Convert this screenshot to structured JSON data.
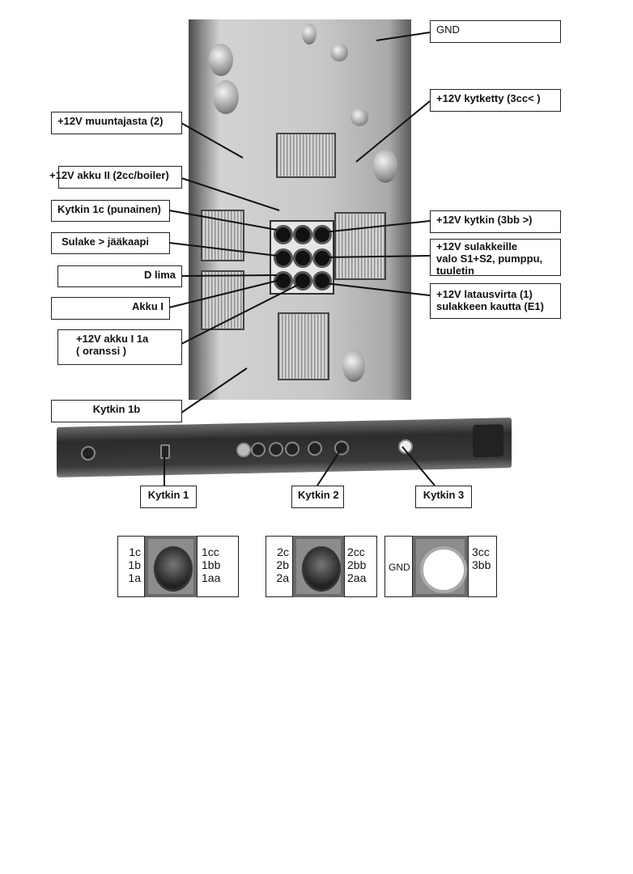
{
  "labels_left": {
    "muuntajasta": "+12V muuntajasta (2)",
    "akku2": "+12V akku II (2cc/boiler)",
    "kytkin1c": "Kytkin 1c (punainen)",
    "sulake": "Sulake > jääkaapi",
    "dlima": "D lima",
    "akku1": "Akku I",
    "akku1_1a_line1": "+12V akku I 1a",
    "akku1_1a_line2": "( oranssi )",
    "kytkin1b": "Kytkin 1b"
  },
  "labels_right": {
    "gnd": "GND",
    "kytketty": "+12V  kytketty (3cc<  )",
    "kytkin3bb": "+12V  kytkin (3bb >)",
    "sulakkeille_line1": "+12V sulakkeille",
    "sulakkeille_line2": "valo S1+S2, pumppu,",
    "sulakkeille_line3": "tuuletin",
    "latausvirta_line1": "+12V latausvirta (1)",
    "latausvirta_line2": "sulakkeen kautta (E1)"
  },
  "panel_labels": [
    "Kytkin 1",
    "Kytkin 2",
    "Kytkin 3"
  ],
  "switches": [
    {
      "left": [
        "1c",
        "1b",
        "1a"
      ],
      "right": [
        "1cc",
        "1bb",
        "1aa"
      ]
    },
    {
      "left": [
        "2c",
        "2b",
        "2a"
      ],
      "right": [
        "2cc",
        "2bb",
        "2aa"
      ]
    },
    {
      "left": [
        "GND"
      ],
      "right": [
        "3cc",
        "3bb"
      ]
    }
  ]
}
